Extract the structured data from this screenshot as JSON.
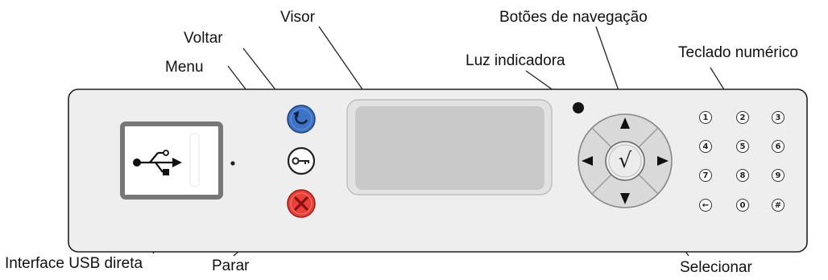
{
  "labels": {
    "voltar": "Voltar",
    "menu": "Menu",
    "visor": "Visor",
    "botoes_navegacao": "Botões de navegação",
    "luz_indicadora": "Luz indicadora",
    "teclado_numerico": "Teclado numérico",
    "interface_usb": "Interface USB direta",
    "parar": "Parar",
    "selecionar": "Selecionar"
  },
  "keypad": [
    "1",
    "2",
    "3",
    "4",
    "5",
    "6",
    "7",
    "8",
    "9",
    "←",
    "0",
    "#"
  ],
  "select_glyph": "√",
  "icons": {
    "back": "back-arrow-icon",
    "menu": "key-icon",
    "stop": "x-icon",
    "usb": "usb-icon"
  },
  "colors": {
    "panel": "#eeeeee",
    "panel_border": "#222222",
    "display": "#c9c9c9",
    "back_button": "#3d72c4",
    "stop_button": "#e8413a",
    "nav_pad": "#d9d9d9"
  }
}
